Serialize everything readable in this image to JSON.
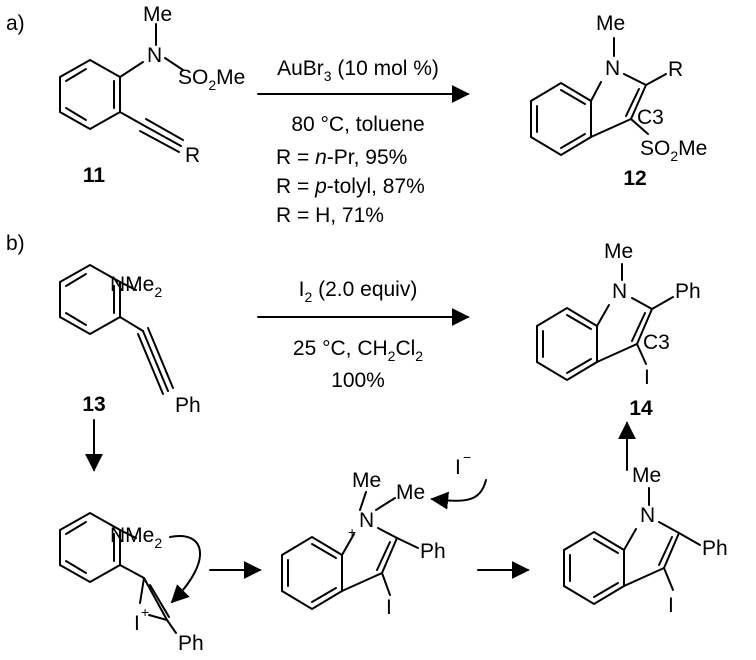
{
  "panel_a": {
    "label": "a)",
    "cmpd11": {
      "Me": "Me",
      "N": "N",
      "SO2Me": [
        "SO",
        "2",
        "Me"
      ],
      "R": "R",
      "number": "11"
    },
    "reagent": [
      "AuBr",
      "3",
      " (10 mol %)"
    ],
    "conditions": "80 °C, toluene",
    "yields": [
      {
        "pre": "R = ",
        "it": "n",
        "post": "-Pr, 95%"
      },
      {
        "pre": "R = ",
        "it": "p",
        "post": "-tolyl, 87%"
      },
      {
        "pre": "R = H, 71%",
        "it": "",
        "post": ""
      }
    ],
    "cmpd12": {
      "Me": "Me",
      "N": "N",
      "R": "R",
      "C3": "C3",
      "SO2Me": [
        "SO",
        "2",
        "Me"
      ],
      "number": "12"
    }
  },
  "panel_b": {
    "label": "b)",
    "cmpd13": {
      "NMe2": [
        "NMe",
        "2"
      ],
      "Ph": "Ph",
      "number": "13"
    },
    "reagent": [
      "I",
      "2",
      " (2.0 equiv)"
    ],
    "conditions": [
      "25 °C, CH",
      "2",
      "Cl",
      "2"
    ],
    "yield": "100%",
    "cmpd14": {
      "Me": "Me",
      "N": "N",
      "Ph": "Ph",
      "C3": "C3",
      "I": "I",
      "number": "14"
    },
    "intermediate_iodonium": {
      "NMe2": [
        "NMe",
        "2"
      ],
      "I": "I",
      "plus": "+",
      "Ph": "Ph"
    },
    "intermediate_ammonium": {
      "Me1": "Me",
      "Me2": "Me",
      "N": "N",
      "plus": "+",
      "Ph": "Ph",
      "I": "I"
    },
    "iodide": {
      "I": "I",
      "minus": "−"
    },
    "intermediate_indole": {
      "Me": "Me",
      "N": "N",
      "Ph": "Ph",
      "I": "I"
    }
  }
}
